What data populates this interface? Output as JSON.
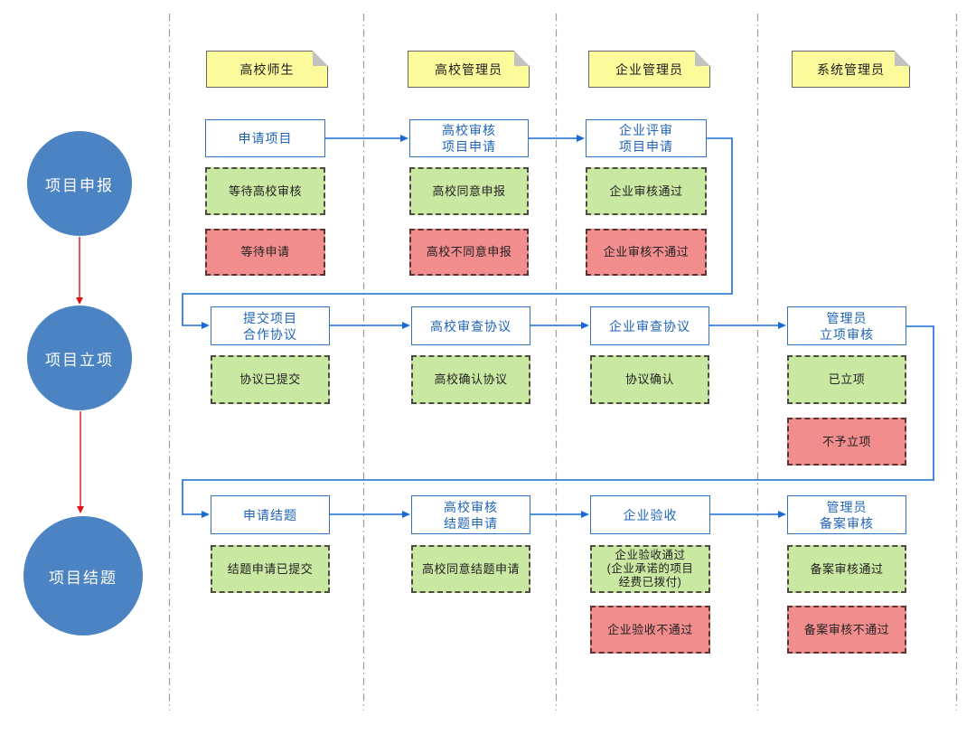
{
  "colors": {
    "stage_circle": "#4b83c3",
    "process_border": "#2e74c8",
    "process_text": "#2064b8",
    "connector": "#1a6ad6",
    "stage_arrow": "#e01212",
    "green_fill": "#c9e8a1",
    "green_border": "#4d4d44",
    "red_fill": "#f28d8d",
    "red_border": "#5c3333",
    "note_fill": "#fbfb9c",
    "note_border": "#666666",
    "note_fold": "#c2c2c2",
    "lane_line": "#9c9c9c"
  },
  "stages": {
    "s1": "项目申报",
    "s2": "项目立项",
    "s3": "项目结题"
  },
  "lanes": {
    "l1": "高校师生",
    "l2": "高校管理员",
    "l3": "企业管理员",
    "l4": "系统管理员"
  },
  "process": {
    "b11": "申请项目",
    "b12": "高校审核\n项目申请",
    "b13": "企业评审\n项目申请",
    "b21": "提交项目\n合作协议",
    "b22": "高校审查协议",
    "b23": "企业审查协议",
    "b24": "管理员\n立项审核",
    "b31": "申请结题",
    "b32": "高校审核\n结题申请",
    "b33": "企业验收",
    "b34": "管理员\n备案审核"
  },
  "status": {
    "r1c1_green": "等待高校审核",
    "r1c1_red": "等待申请",
    "r1c2_green": "高校同意申报",
    "r1c2_red": "高校不同意申报",
    "r1c3_green": "企业审核通过",
    "r1c3_red": "企业审核不通过",
    "r2c1_green": "协议已提交",
    "r2c2_green": "高校确认协议",
    "r2c3_green": "协议确认",
    "r2c4_green": "已立项",
    "r2c4_red": "不予立项",
    "r3c1_green": "结题申请已提交",
    "r3c2_green": "高校同意结题申请",
    "r3c3_green": "企业验收通过\n(企业承诺的项目\n经费已拨付)",
    "r3c3_red": "企业验收不通过",
    "r3c4_green": "备案审核通过",
    "r3c4_red": "备案审核不通过"
  }
}
